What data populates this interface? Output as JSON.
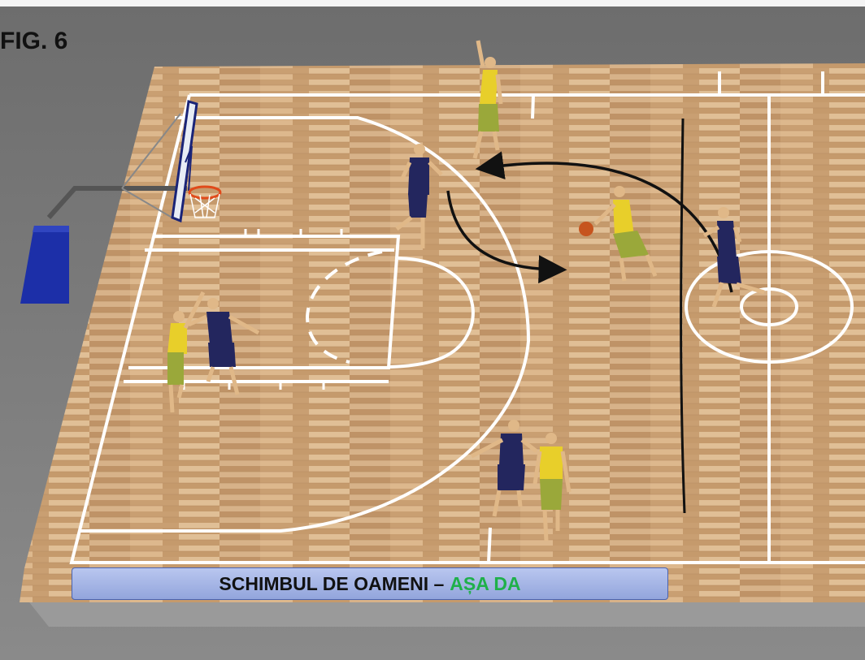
{
  "figure": {
    "label": "FIG. 6",
    "caption_main": "SCHIMBUL DE OAMENI –",
    "caption_accent": "AȘA DA"
  },
  "colors": {
    "background": "#7a7a7a",
    "floor_light": "#d8b48a",
    "floor_dark": "#b88c5e",
    "court_lines": "#ffffff",
    "team_yellow_jersey": "#e8cf2a",
    "team_yellow_shorts": "#9aa83a",
    "team_navy": "#23265e",
    "arrow": "#111111",
    "caption_accent": "#1fb04a",
    "caption_box": "#a9b8e8",
    "backboard_pad": "#1c2fa8",
    "rim": "#e04a1a"
  },
  "players": [
    {
      "team": "yellow",
      "role": "arms-raised-top"
    },
    {
      "team": "navy",
      "role": "defender-near-arc"
    },
    {
      "team": "yellow",
      "role": "ball-handler"
    },
    {
      "team": "navy",
      "role": "defender-center-circle"
    },
    {
      "team": "yellow",
      "role": "post-player"
    },
    {
      "team": "navy",
      "role": "post-defender"
    },
    {
      "team": "navy",
      "role": "bottom-defender"
    },
    {
      "team": "yellow",
      "role": "bottom-player"
    }
  ]
}
